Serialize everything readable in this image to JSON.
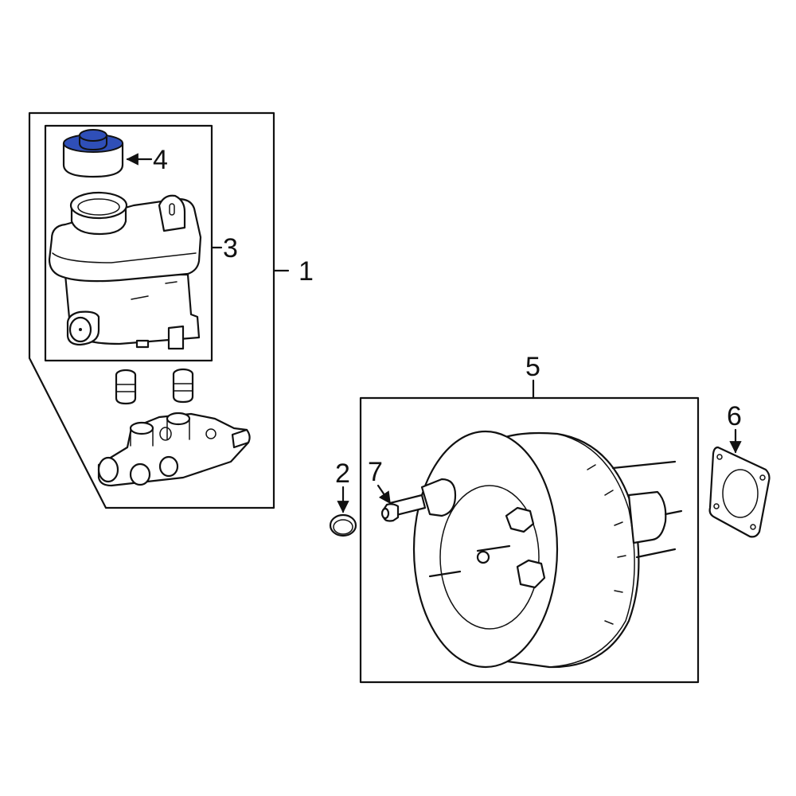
{
  "diagram": {
    "highlight_color": "#2f4fb8",
    "callouts": [
      {
        "id": "1",
        "label": "1"
      },
      {
        "id": "2",
        "label": "2"
      },
      {
        "id": "3",
        "label": "3"
      },
      {
        "id": "4",
        "label": "4"
      },
      {
        "id": "5",
        "label": "5"
      },
      {
        "id": "6",
        "label": "6"
      },
      {
        "id": "7",
        "label": "7"
      }
    ]
  }
}
